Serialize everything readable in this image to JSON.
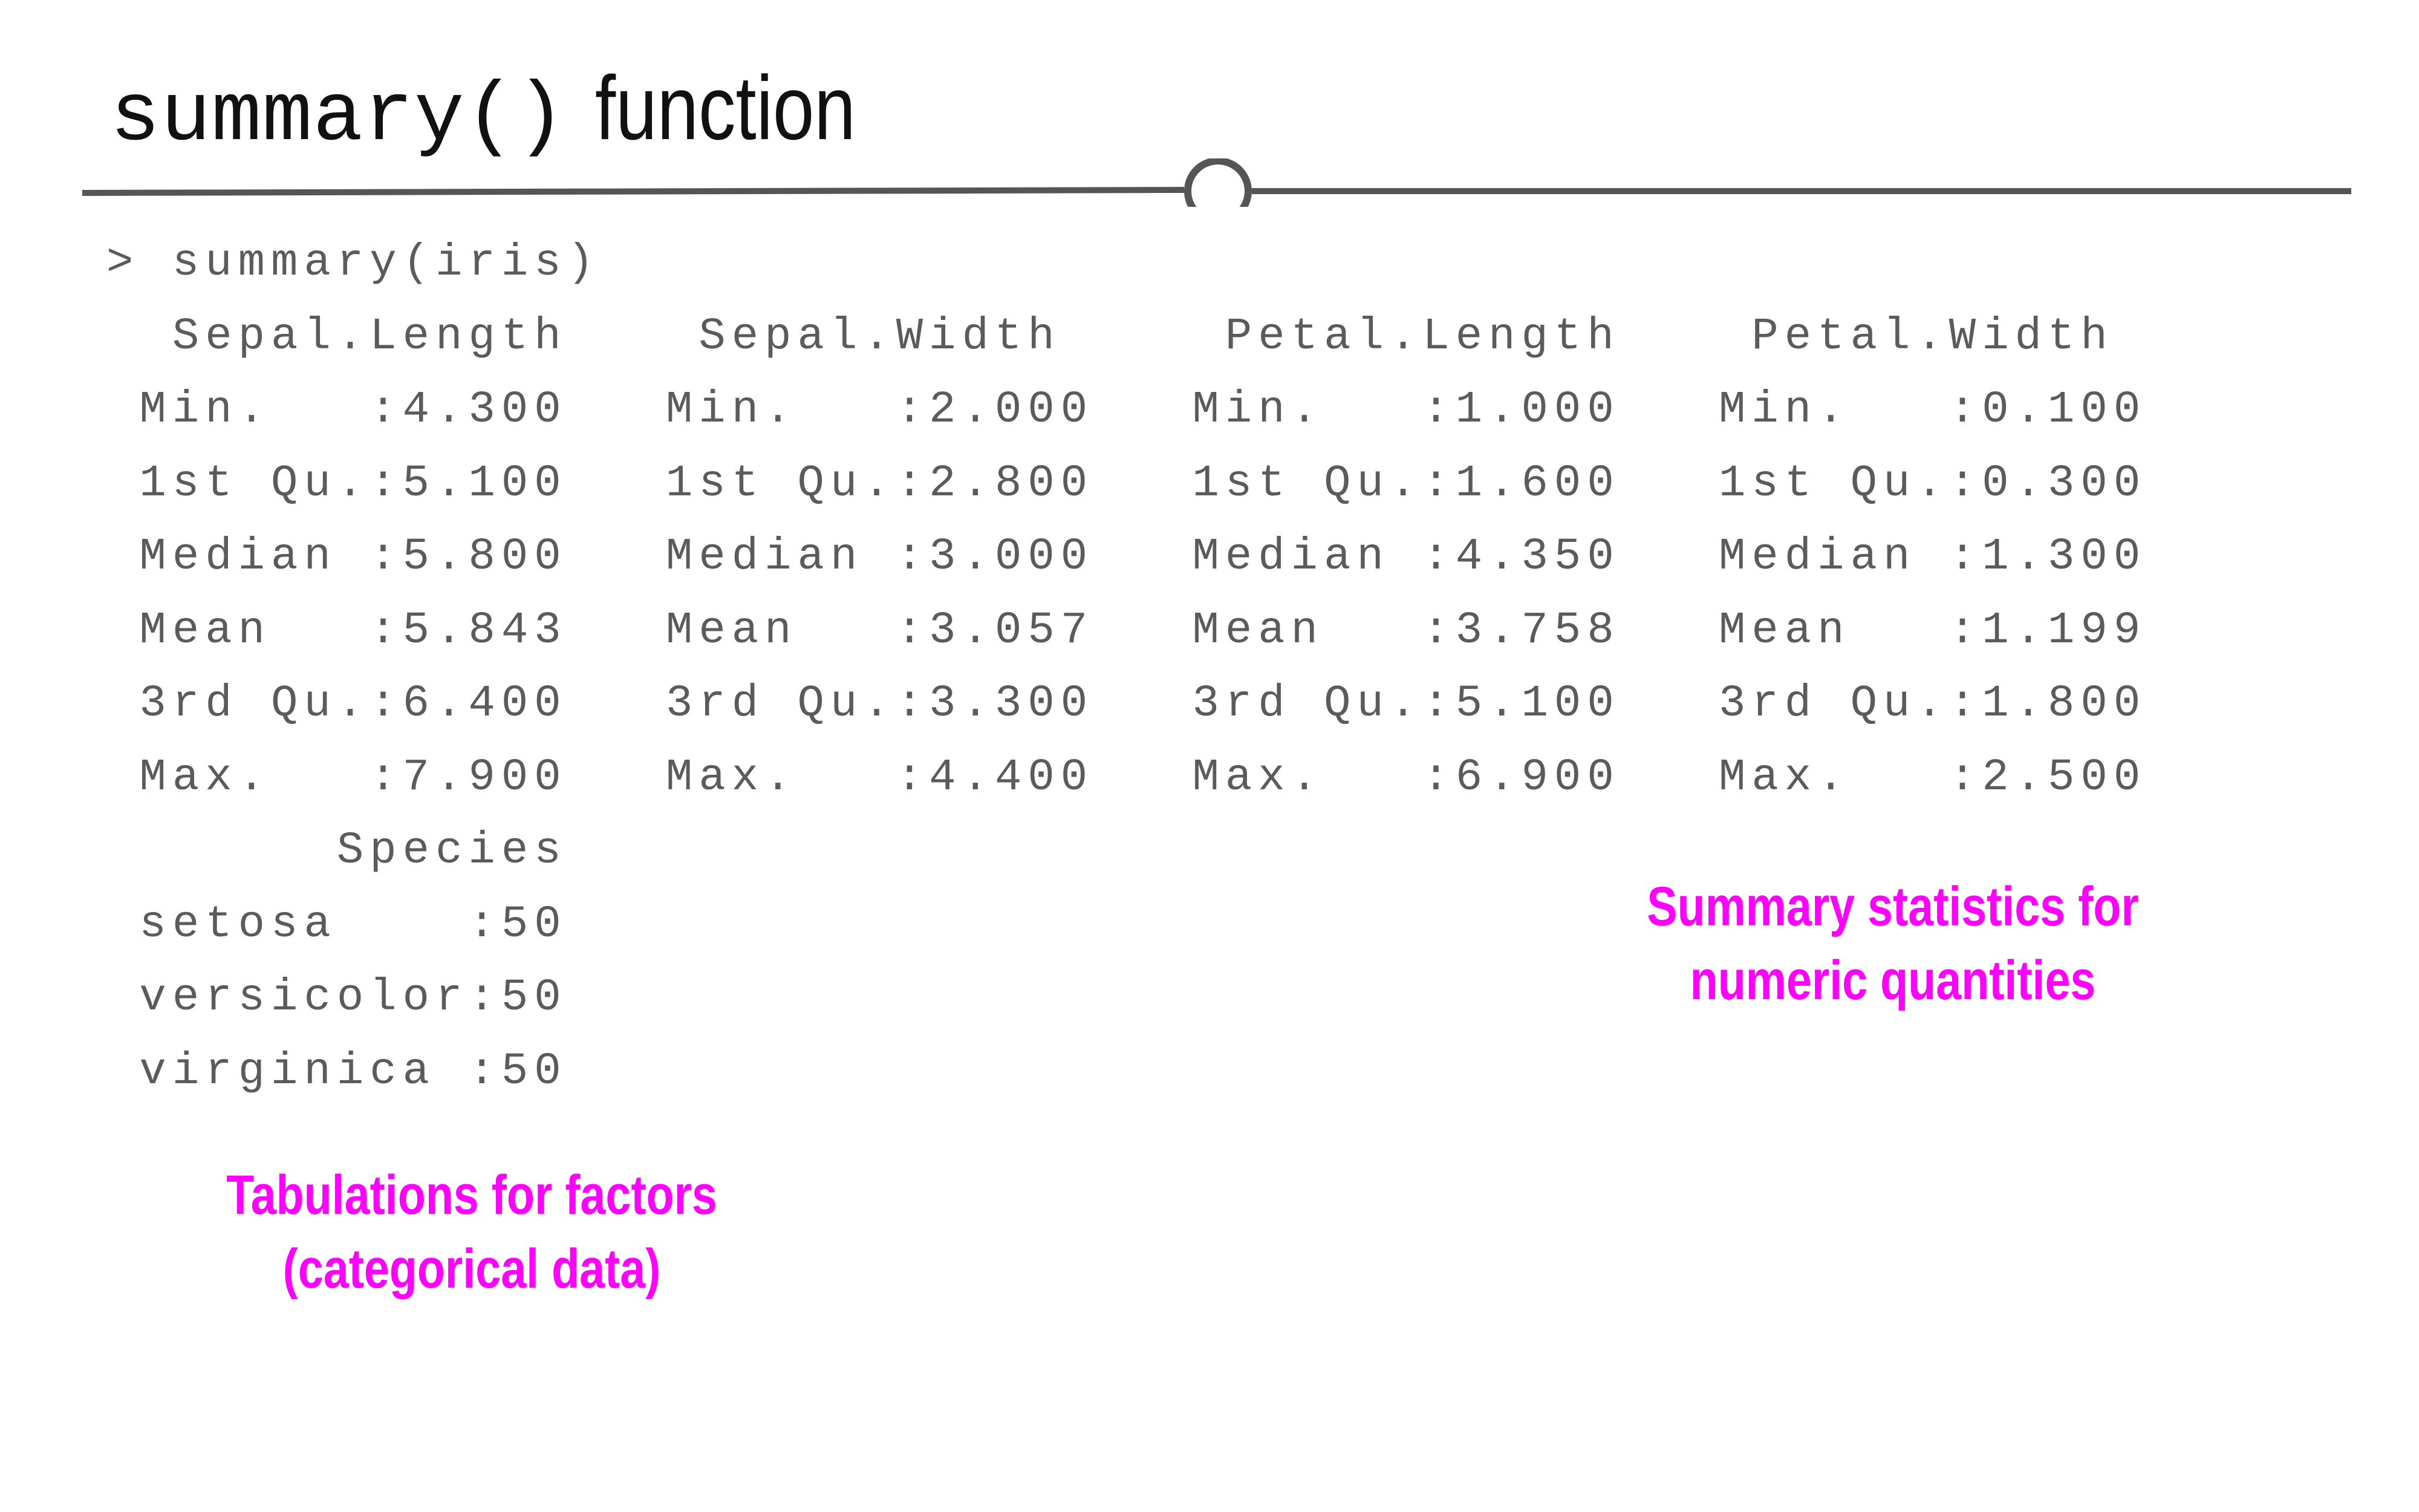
{
  "title": {
    "code": "summary()",
    "text": "function"
  },
  "console": {
    "lines": [
      "> summary(iris)",
      "  Sepal.Length    Sepal.Width     Petal.Length    Petal.Width",
      " Min.   :4.300   Min.   :2.000   Min.   :1.000   Min.   :0.100",
      " 1st Qu.:5.100   1st Qu.:2.800   1st Qu.:1.600   1st Qu.:0.300",
      " Median :5.800   Median :3.000   Median :4.350   Median :1.300",
      " Mean   :5.843   Mean   :3.057   Mean   :3.758   Mean   :1.199",
      " 3rd Qu.:6.400   3rd Qu.:3.300   3rd Qu.:5.100   3rd Qu.:1.800",
      " Max.   :7.900   Max.   :4.400   Max.   :6.900   Max.   :2.500",
      "       Species",
      " setosa    :50",
      " versicolor:50",
      " virginica :50"
    ]
  },
  "annotations": {
    "numeric": {
      "line1": "Summary statistics for",
      "line2": "numeric quantities"
    },
    "factors": {
      "line1": "Tabulations for factors",
      "line2": "(categorical data)"
    }
  },
  "colors": {
    "annotation": "#ff00ff",
    "console_text": "#5b5b5b",
    "divider": "#555555"
  }
}
